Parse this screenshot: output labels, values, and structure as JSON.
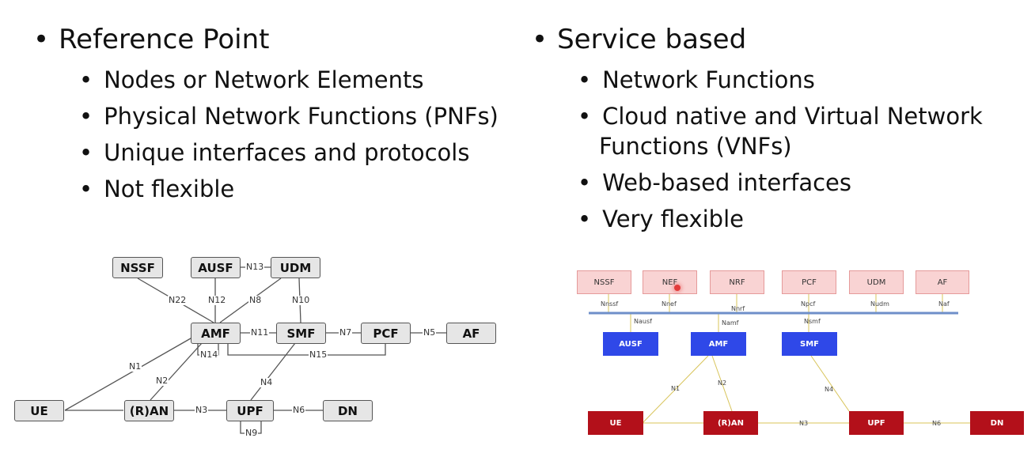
{
  "left": {
    "heading": "Reference Point",
    "bullets": [
      "Nodes or Network Elements",
      "Physical Network Functions (PNFs)",
      "Unique interfaces and protocols",
      "Not flexible"
    ]
  },
  "right": {
    "heading": "Service based",
    "bullets": [
      "Network Functions",
      "Cloud native and Virtual Network",
      "Functions (VNFs)",
      "Web-based interfaces",
      "Very flexible"
    ]
  },
  "ref_diagram": {
    "nodes": {
      "nssf": "NSSF",
      "ausf": "AUSF",
      "udm": "UDM",
      "amf": "AMF",
      "smf": "SMF",
      "pcf": "PCF",
      "af": "AF",
      "ue": "UE",
      "ran": "(R)AN",
      "upf": "UPF",
      "dn": "DN"
    },
    "links": {
      "n13": "N13",
      "n22": "N22",
      "n12": "N12",
      "n8": "N8",
      "n10": "N10",
      "n11": "N11",
      "n7": "N7",
      "n5": "N5",
      "n14": "N14",
      "n15": "N15",
      "n1": "N1",
      "n2": "N2",
      "n4": "N4",
      "n3": "N3",
      "n6": "N6",
      "n9": "N9"
    }
  },
  "sba_diagram": {
    "top_nodes": {
      "nssf": "NSSF",
      "nef": "NEF",
      "nrf": "NRF",
      "pcf": "PCF",
      "udm": "UDM",
      "af": "AF"
    },
    "top_ifaces": {
      "nnssf": "Nnssf",
      "nnef": "Nnef",
      "nnrf": "Nnrf",
      "npcf": "Npcf",
      "nudm": "Nudm",
      "naf": "Naf"
    },
    "mid_nodes": {
      "ausf": "AUSF",
      "amf": "AMF",
      "smf": "SMF"
    },
    "mid_ifaces": {
      "nausf": "Nausf",
      "namf": "Namf",
      "nsmf": "Nsmf"
    },
    "bot_nodes": {
      "ue": "UE",
      "ran": "(R)AN",
      "upf": "UPF",
      "dn": "DN"
    },
    "links": {
      "n1": "N1",
      "n2": "N2",
      "n4": "N4",
      "n3": "N3",
      "n6": "N6"
    }
  }
}
